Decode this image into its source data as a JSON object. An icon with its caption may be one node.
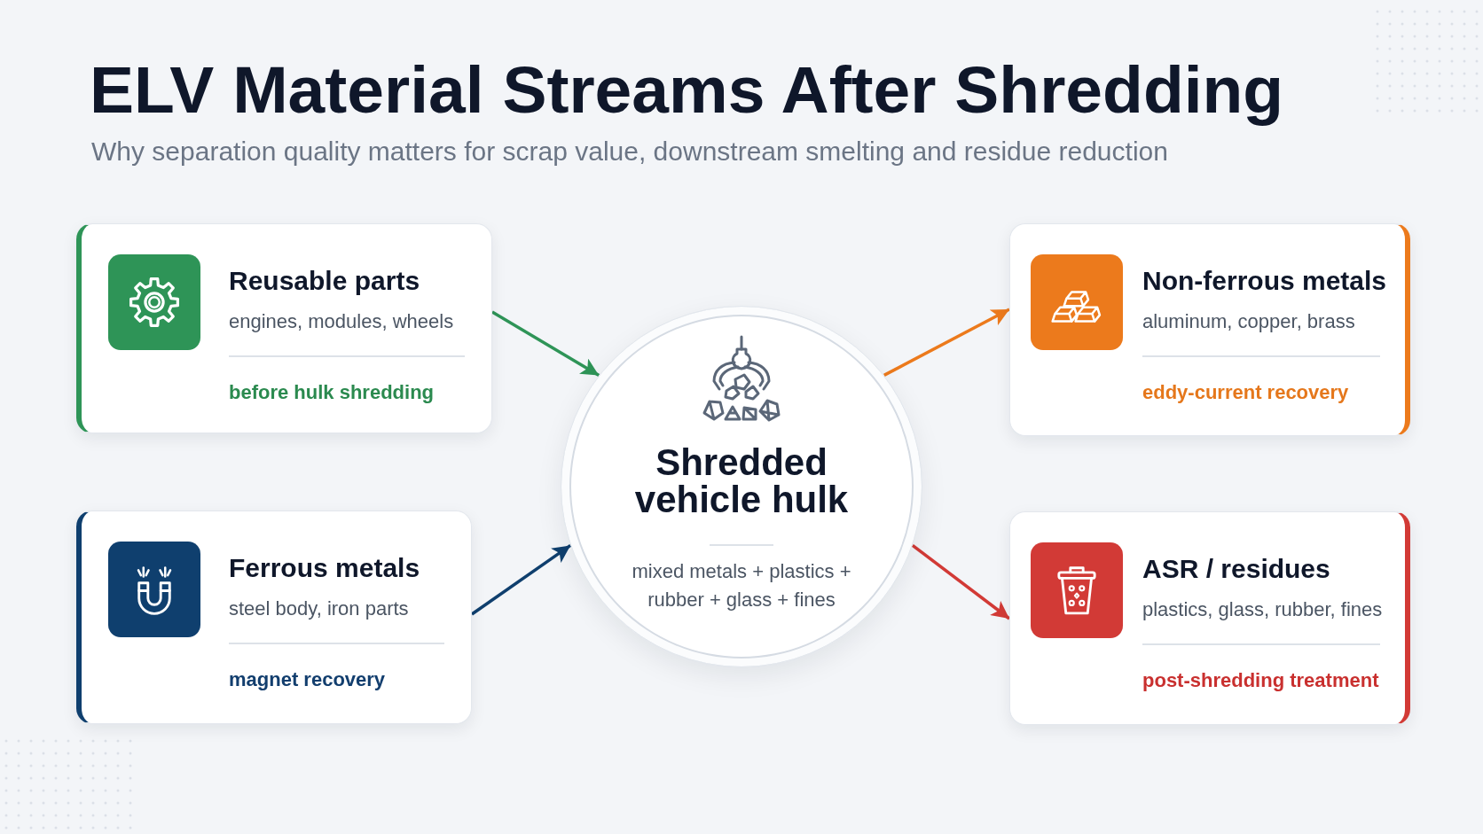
{
  "diagram": {
    "title": "ELV Material Streams After Shredding",
    "nodes": [
      {
        "text": [
          "Reusable parts",
          "engines, modules, wheels",
          "before hulk shredding"
        ]
      },
      {
        "text": [
          "Ferrous metals",
          "steel body, iron parts",
          "magnet recovery"
        ]
      },
      {
        "text": [
          "Shredded vehicle hulk",
          "mixed metals + plastics + rubber + glass + fines"
        ]
      },
      {
        "text": [
          "Non-ferrous metals",
          "aluminum, copper, brass",
          "eddy-current recovery"
        ]
      },
      {
        "text": [
          "ASR / residues",
          "plastics, glass, rubber, fines",
          "post-shredding treatment"
        ]
      }
    ],
    "edges": [
      {
        "from": 0,
        "to": 2,
        "arrow": "to",
        "color": "#2e9457"
      },
      {
        "from": 1,
        "to": 2,
        "arrow": "to",
        "color": "#0f3f6e"
      },
      {
        "from": 2,
        "to": 3,
        "arrow": "to",
        "color": "#ec7a1c"
      },
      {
        "from": 2,
        "to": 4,
        "arrow": "to",
        "color": "#d23a36"
      }
    ],
    "labels": [
      "Why separation quality matters for scrap value, downstream smelting and residue reduction"
    ]
  }
}
